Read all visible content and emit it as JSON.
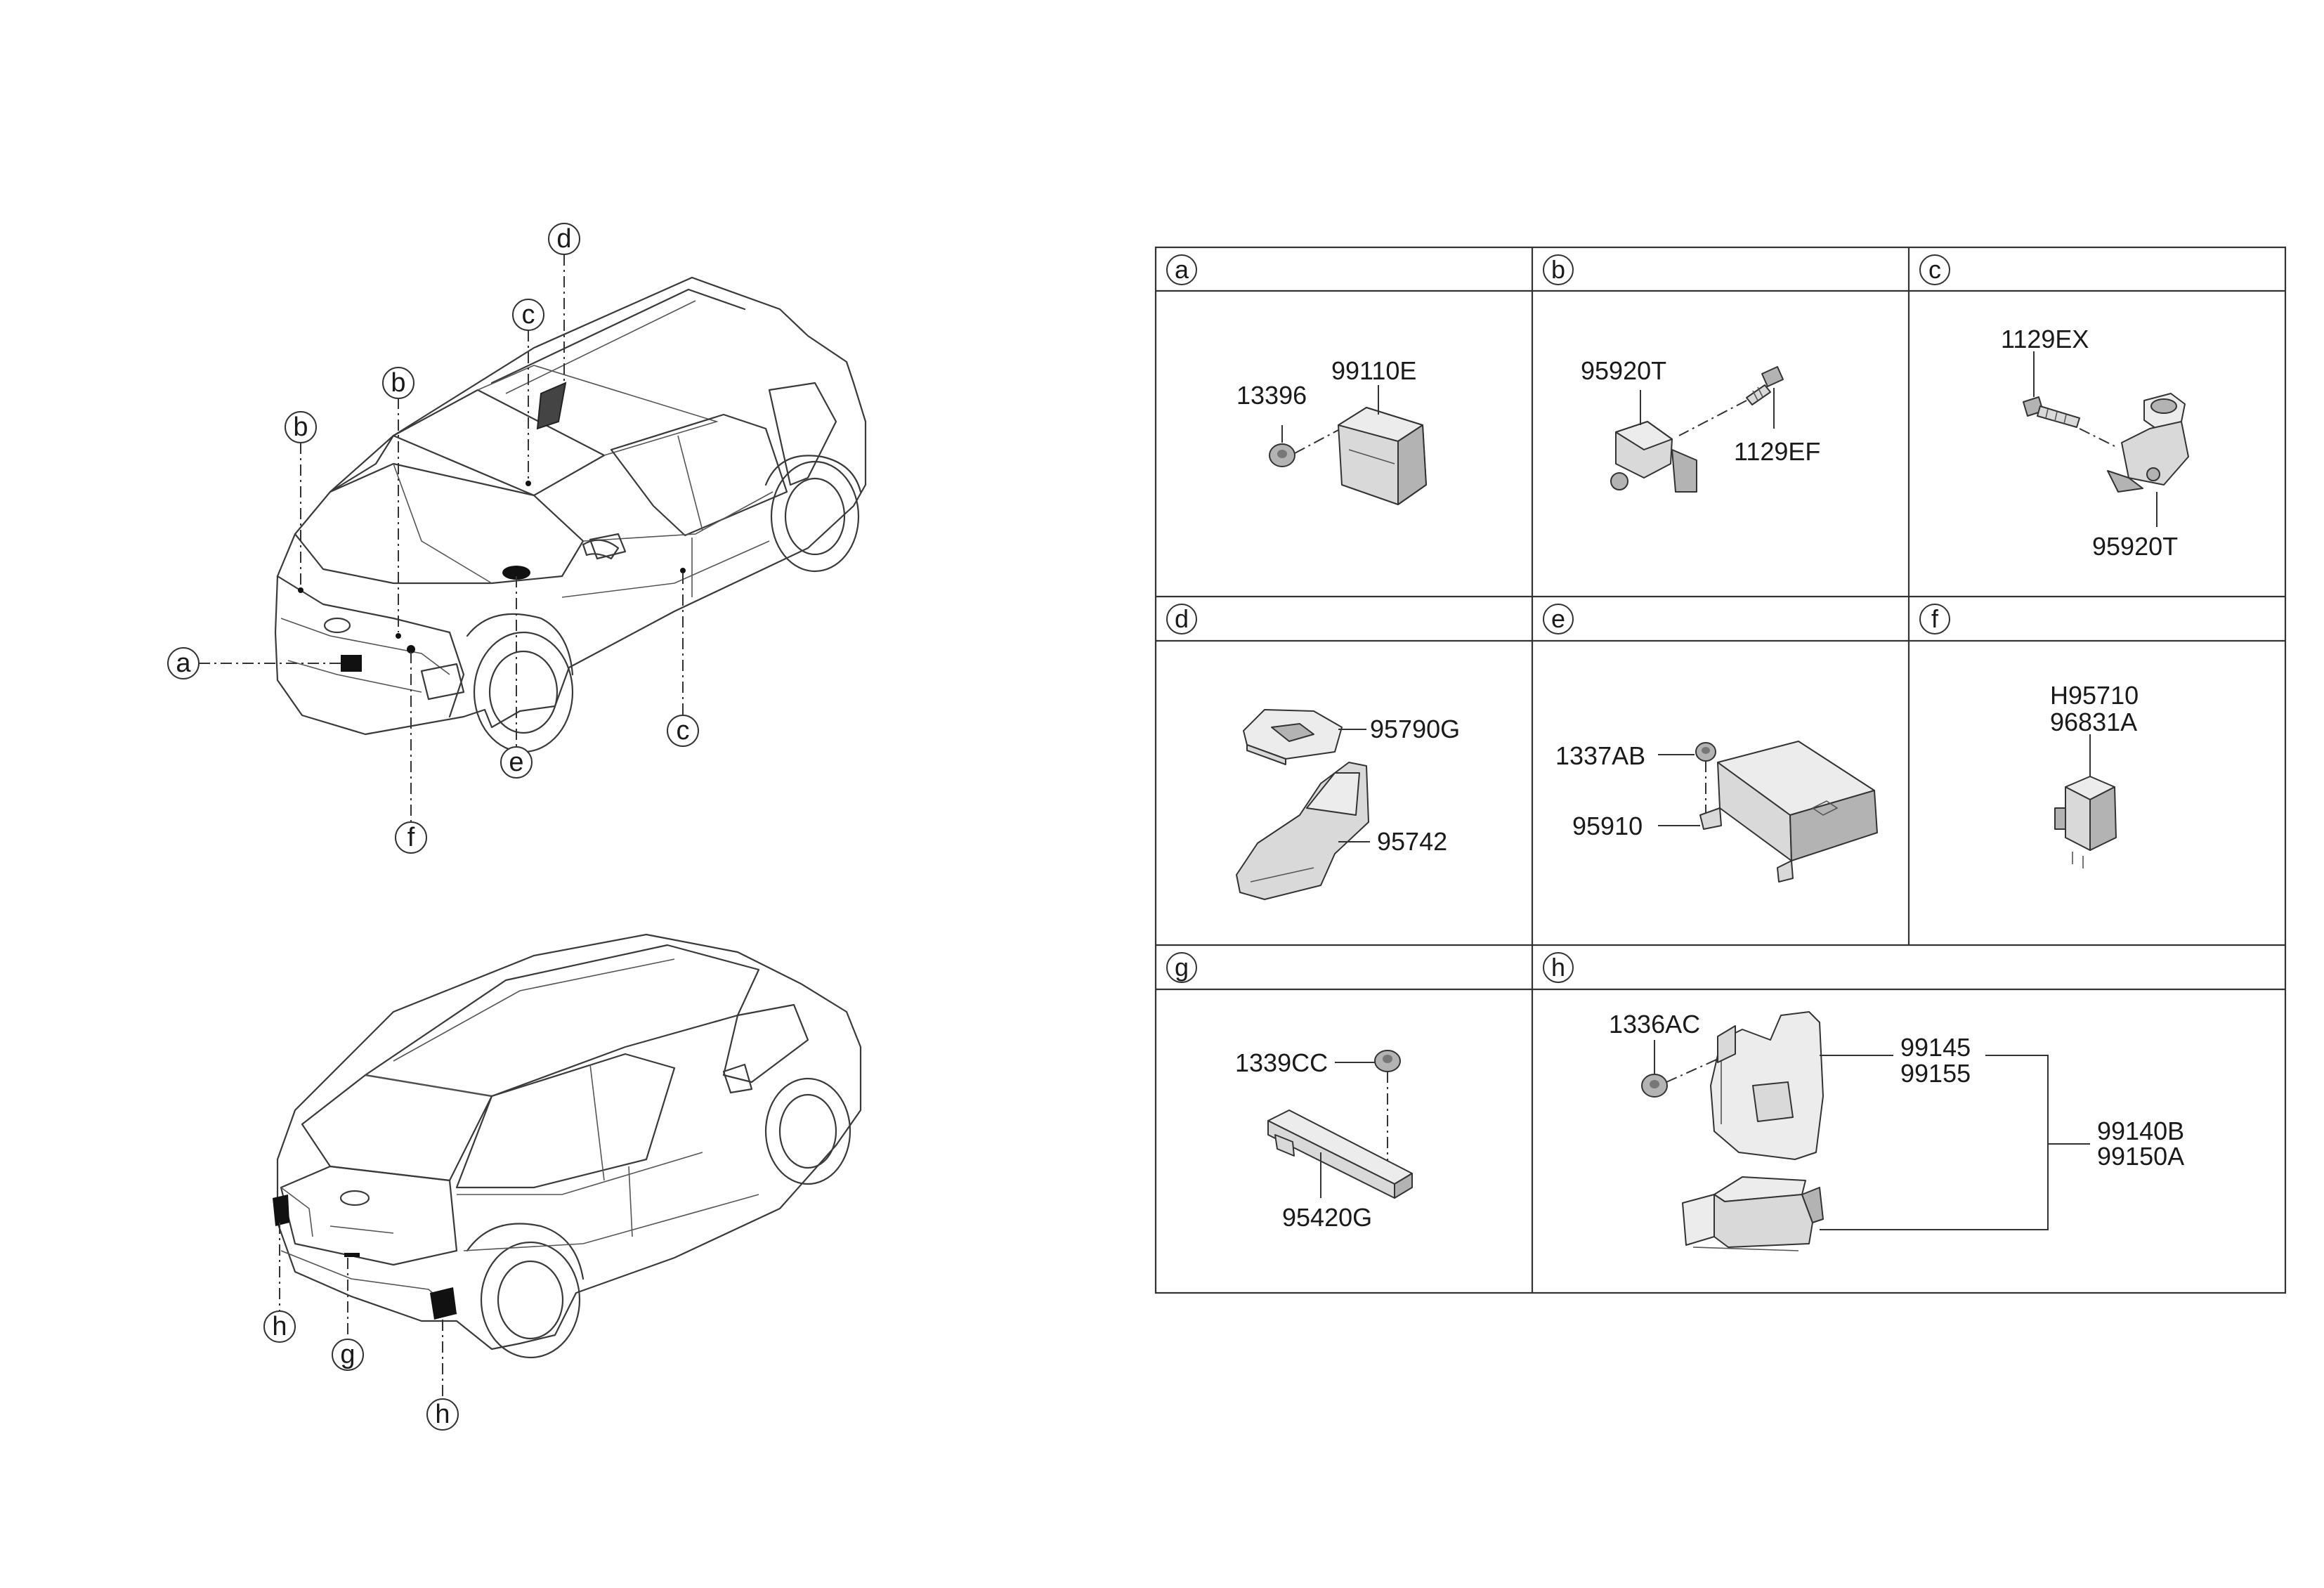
{
  "callouts": {
    "front": [
      "d",
      "c",
      "b",
      "b",
      "a",
      "e",
      "f",
      "c"
    ],
    "rear": [
      "h",
      "g",
      "h"
    ]
  },
  "cells": [
    {
      "letter": "a",
      "parts": [
        "13396",
        "99110E"
      ]
    },
    {
      "letter": "b",
      "parts": [
        "95920T",
        "1129EF"
      ]
    },
    {
      "letter": "c",
      "parts": [
        "1129EX",
        "95920T"
      ]
    },
    {
      "letter": "d",
      "parts": [
        "95790G",
        "95742"
      ]
    },
    {
      "letter": "e",
      "parts": [
        "1337AB",
        "95910"
      ]
    },
    {
      "letter": "f",
      "parts": [
        "H95710",
        "96831A"
      ]
    },
    {
      "letter": "g",
      "parts": [
        "1339CC",
        "95420G"
      ]
    },
    {
      "letter": "h",
      "parts": [
        "1336AC",
        "99145",
        "99155",
        "99140B",
        "99150A"
      ]
    }
  ]
}
